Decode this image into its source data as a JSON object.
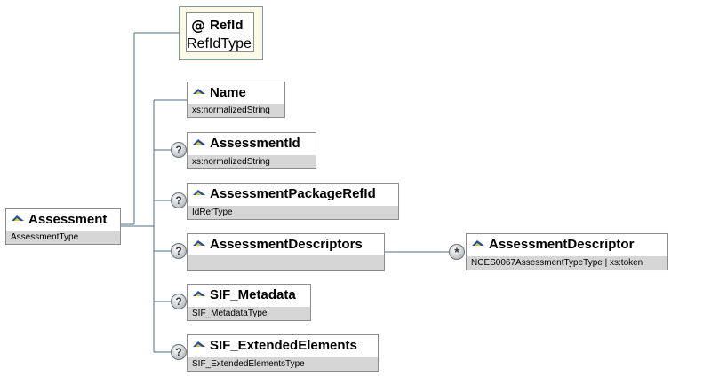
{
  "root": {
    "name": "Assessment",
    "type": "AssessmentType"
  },
  "attribute": {
    "symbol": "@",
    "name": "RefId",
    "type": "RefIdType"
  },
  "elements": [
    {
      "name": "Name",
      "type": "xs:normalizedString",
      "optional": false
    },
    {
      "name": "AssessmentId",
      "type": "xs:normalizedString",
      "optional": true,
      "optional_symbol": "?"
    },
    {
      "name": "AssessmentPackageRefId",
      "type": "IdRefType",
      "optional": true,
      "optional_symbol": "?"
    },
    {
      "name": "AssessmentDescriptors",
      "type": "",
      "optional": true,
      "optional_symbol": "?"
    },
    {
      "name": "SIF_Metadata",
      "type": "SIF_MetadataType",
      "optional": true,
      "optional_symbol": "?"
    },
    {
      "name": "SIF_ExtendedElements",
      "type": "SIF_ExtendedElementsType",
      "optional": true,
      "optional_symbol": "?"
    }
  ],
  "child": {
    "name": "AssessmentDescriptor",
    "type": "NCES0067AssessmentTypeType | xs:token",
    "multiplicity_symbol": "*"
  },
  "colors": {
    "connector": "#4e6f82",
    "type_bar": "#d6d6d6",
    "attribute_bg": "#fafae6"
  },
  "icons": {
    "element": "element-icon",
    "optional": "optional-icon",
    "attribute": "attribute-icon"
  }
}
